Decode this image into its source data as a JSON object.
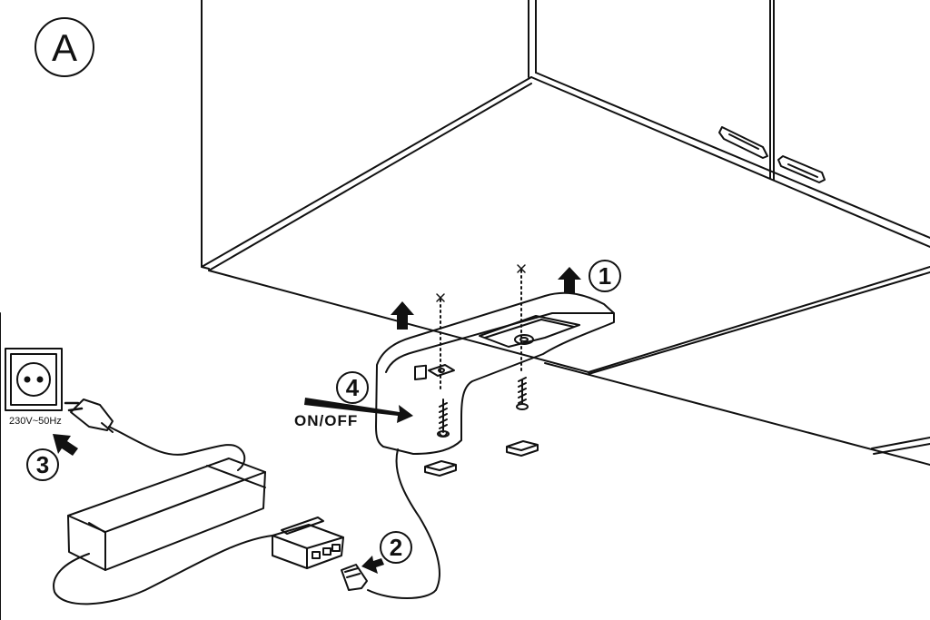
{
  "panel_letter": "A",
  "outlet_label": "230V~50Hz",
  "switch_label": "ON/OFF",
  "steps": [
    "1",
    "2",
    "3",
    "4"
  ],
  "colors": {
    "ink": "#111111",
    "background": "#ffffff"
  },
  "icons": [
    "power-outlet-icon",
    "plug-icon",
    "arrow-up-icon",
    "screw-icon"
  ]
}
